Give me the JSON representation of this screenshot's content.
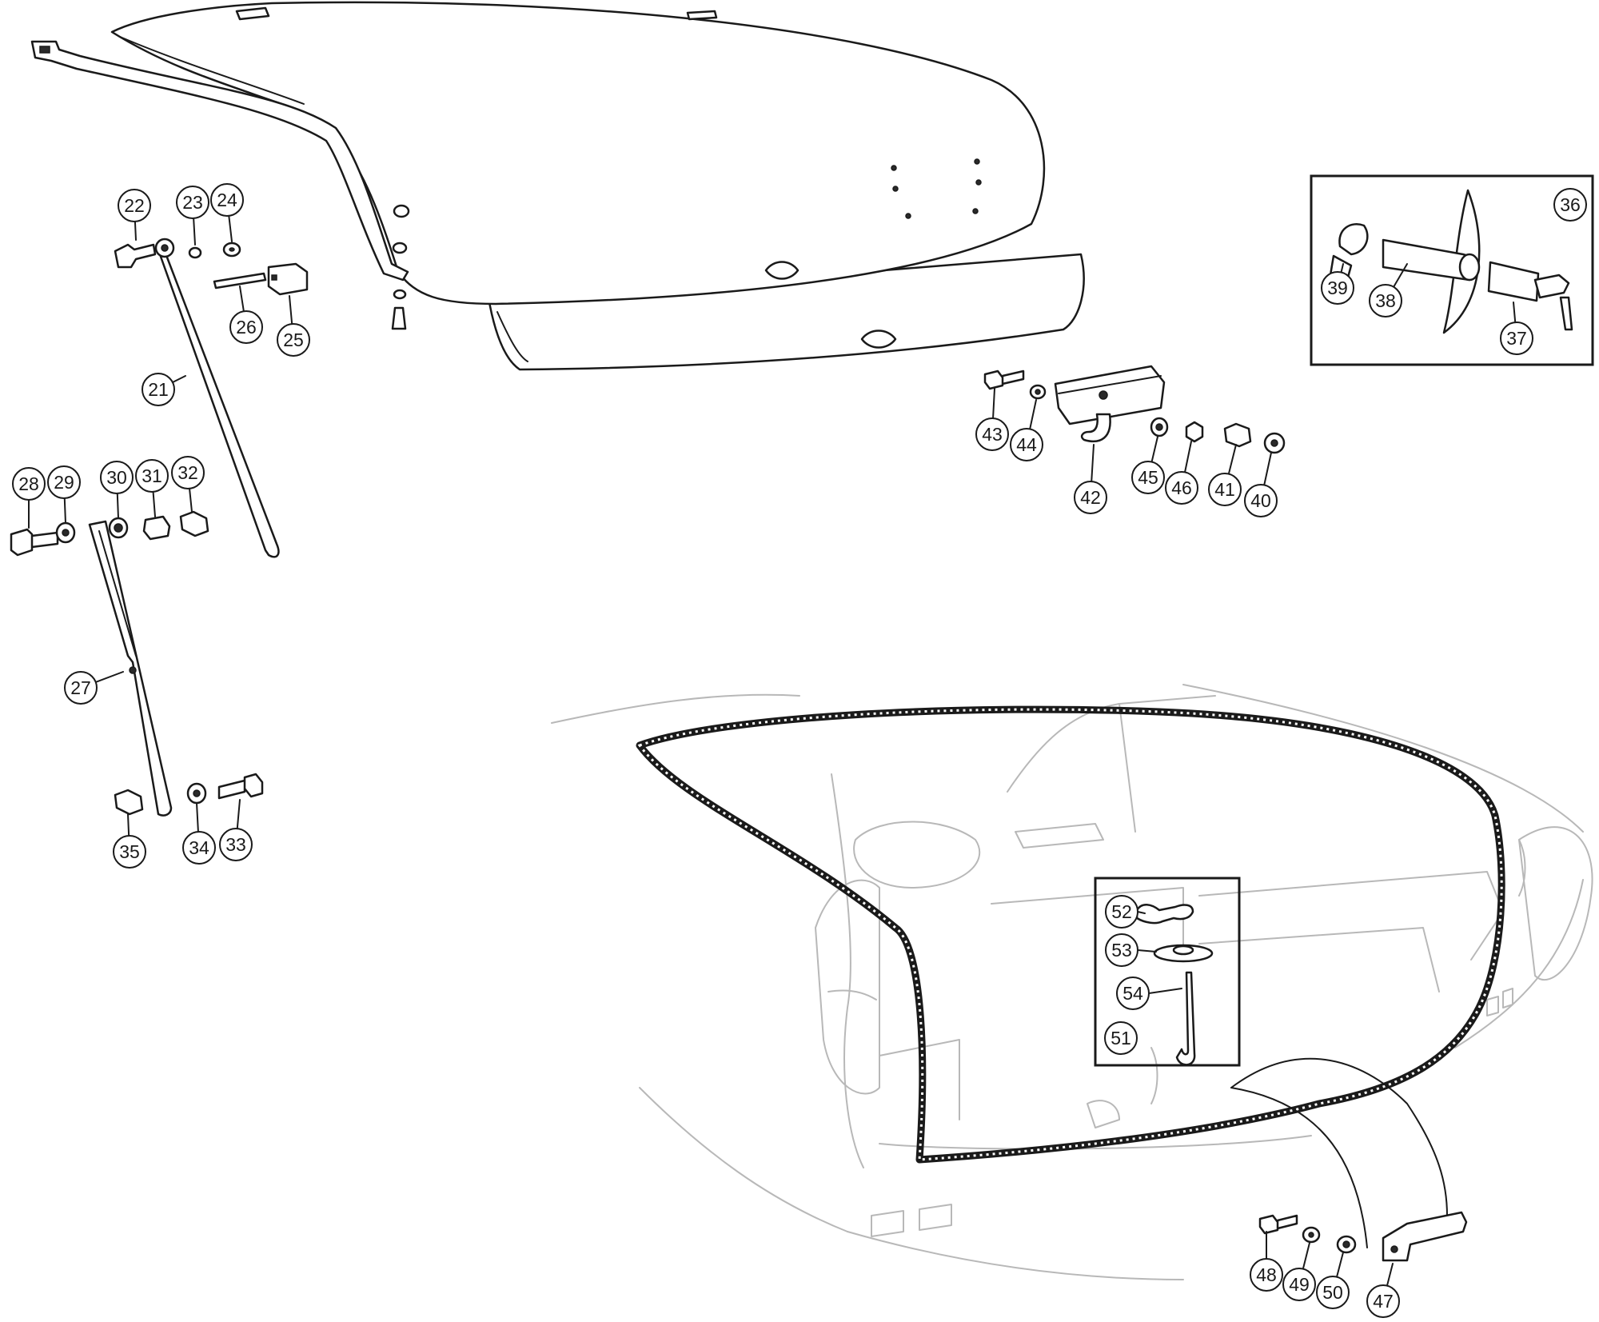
{
  "callouts": [
    {
      "id": "21",
      "label": "21"
    },
    {
      "id": "22",
      "label": "22"
    },
    {
      "id": "23",
      "label": "23"
    },
    {
      "id": "24",
      "label": "24"
    },
    {
      "id": "25",
      "label": "25"
    },
    {
      "id": "26",
      "label": "26"
    },
    {
      "id": "27",
      "label": "27"
    },
    {
      "id": "28",
      "label": "28"
    },
    {
      "id": "29",
      "label": "29"
    },
    {
      "id": "30",
      "label": "30"
    },
    {
      "id": "31",
      "label": "31"
    },
    {
      "id": "32",
      "label": "32"
    },
    {
      "id": "33",
      "label": "33"
    },
    {
      "id": "34",
      "label": "34"
    },
    {
      "id": "35",
      "label": "35"
    },
    {
      "id": "36",
      "label": "36"
    },
    {
      "id": "37",
      "label": "37"
    },
    {
      "id": "38",
      "label": "38"
    },
    {
      "id": "39",
      "label": "39"
    },
    {
      "id": "40",
      "label": "40"
    },
    {
      "id": "41",
      "label": "41"
    },
    {
      "id": "42",
      "label": "42"
    },
    {
      "id": "43",
      "label": "43"
    },
    {
      "id": "44",
      "label": "44"
    },
    {
      "id": "45",
      "label": "45"
    },
    {
      "id": "46",
      "label": "46"
    },
    {
      "id": "47",
      "label": "47"
    },
    {
      "id": "48",
      "label": "48"
    },
    {
      "id": "49",
      "label": "49"
    },
    {
      "id": "50",
      "label": "50"
    },
    {
      "id": "51",
      "label": "51"
    },
    {
      "id": "52",
      "label": "52"
    },
    {
      "id": "53",
      "label": "53"
    },
    {
      "id": "54",
      "label": "54"
    }
  ]
}
